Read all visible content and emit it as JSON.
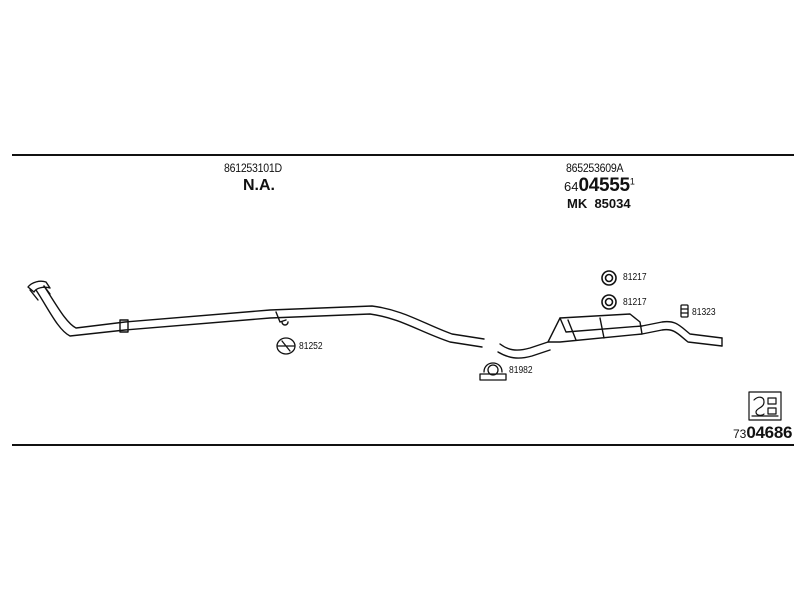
{
  "sections": {
    "front_pipe": {
      "code": "861253101D",
      "status": "N.A."
    },
    "rear_muffler": {
      "code": "865253609A",
      "number_prefix": "64",
      "number_main": "04555",
      "number_suffix": "1",
      "mk_label": "MK",
      "mk_number": "85034"
    }
  },
  "parts": {
    "clamp_front": "81252",
    "clamp_mid": "81982",
    "ring_upper": "81217",
    "ring_lower": "81217",
    "hanger_rear": "81323"
  },
  "footer": {
    "ref_prefix": "73",
    "ref_main": "04686",
    "kit_icon": "mounting-kit-icon"
  },
  "colors": {
    "line": "#111111",
    "background": "#ffffff"
  }
}
